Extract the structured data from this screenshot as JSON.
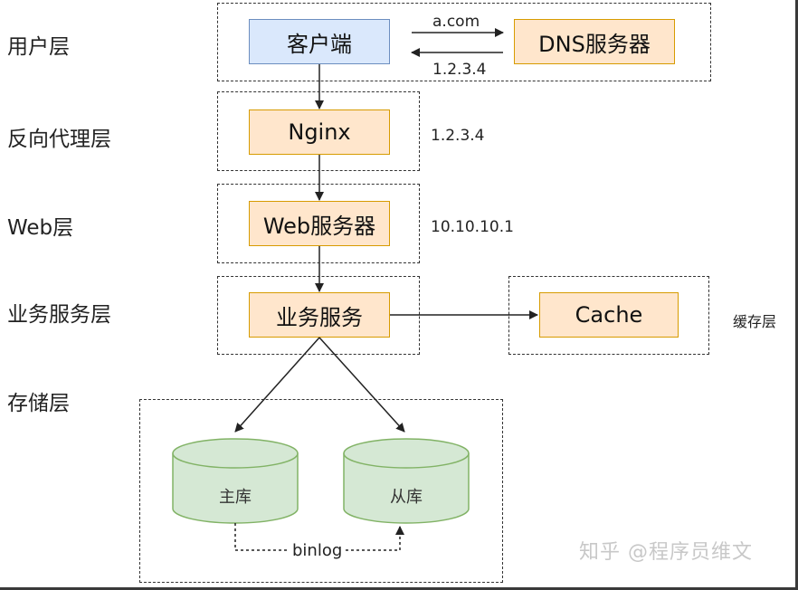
{
  "layers": {
    "user": "用户层",
    "proxy": "反向代理层",
    "web": "Web层",
    "business": "业务服务层",
    "storage": "存储层",
    "cache": "缓存层"
  },
  "nodes": {
    "client": "客户端",
    "dns": "DNS服务器",
    "nginx": "Nginx",
    "web_server": "Web服务器",
    "business_service": "业务服务",
    "cache": "Cache",
    "master_db": "主库",
    "slave_db": "从库"
  },
  "labels": {
    "dns_request": "a.com",
    "dns_response": "1.2.3.4",
    "nginx_ip": "1.2.3.4",
    "web_ip": "10.10.10.1",
    "replication": "binlog"
  },
  "watermark": "知乎 @程序员维文",
  "colors": {
    "node_orange_fill": "#ffe6cc",
    "node_orange_border": "#d79b00",
    "node_blue_fill": "#dae8fc",
    "node_blue_border": "#6c8ebf",
    "db_fill": "#d5e8d4",
    "db_border": "#82b366"
  }
}
